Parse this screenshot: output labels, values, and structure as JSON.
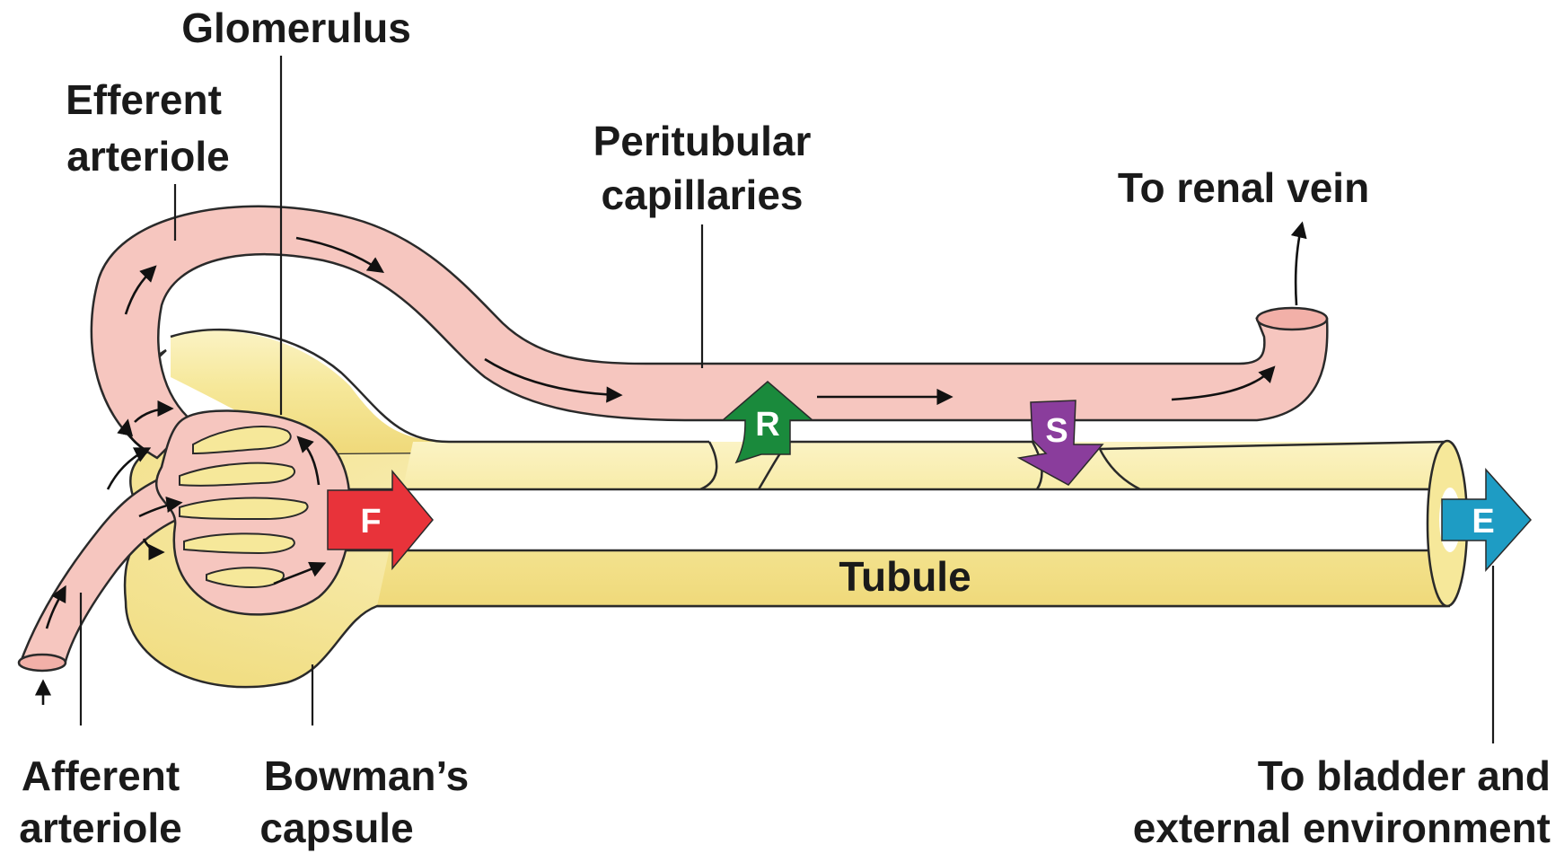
{
  "labels": {
    "glomerulus": "Glomerulus",
    "efferent_line1": "Efferent",
    "efferent_line2": "arteriole",
    "peritubular_line1": "Peritubular",
    "peritubular_line2": "capillaries",
    "renal_vein": "To renal vein",
    "tubule": "Tubule",
    "afferent_line1": "Afferent",
    "afferent_line2": "arteriole",
    "bowman_line1": "Bowman’s",
    "bowman_line2": "capsule",
    "bladder_line1": "To bladder and",
    "bladder_line2": "external environment"
  },
  "processes": {
    "filtration": "F",
    "reabsorption": "R",
    "secretion": "S",
    "excretion": "E"
  },
  "colors": {
    "vessel_fill": "#f6c6bf",
    "vessel_stroke": "#2a2a2a",
    "tubule_fill": "#f6e89a",
    "tubule_light": "#fbf3c4",
    "filtration": "#e8333a",
    "reabsorption": "#1a8a3c",
    "secretion": "#8a3d9c",
    "excretion": "#1e9cc4"
  }
}
